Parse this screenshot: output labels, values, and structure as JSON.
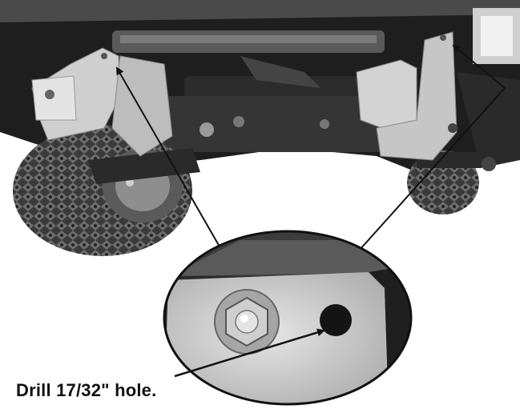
{
  "figure": {
    "callout_label": "Drill 17/32\" hole."
  },
  "colors": {
    "ink": "#111111",
    "metal_light": "#d8d8d8",
    "metal_mid": "#8a8a8a",
    "shadow": "#1c1c1c"
  },
  "icons": [
    "tire-image",
    "bracket-image",
    "nut-image",
    "hole-marker",
    "leader-arrow"
  ]
}
